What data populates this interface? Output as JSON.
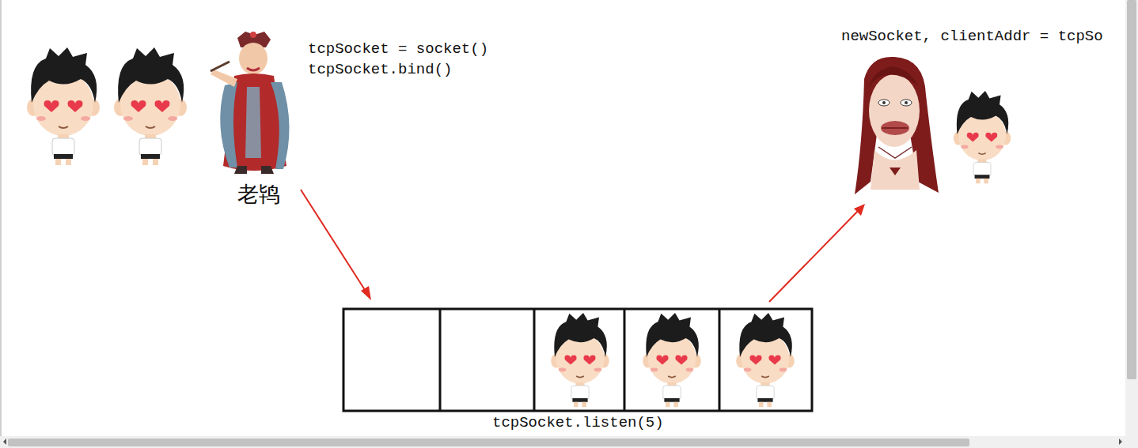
{
  "diagram": {
    "labels": [
      "tcpSocket = socket()",
      "tcpSocket.bind()",
      "老鸨",
      "newSocket, clientAddr = tcpSo",
      "tcpSocket.listen(5)"
    ]
  }
}
